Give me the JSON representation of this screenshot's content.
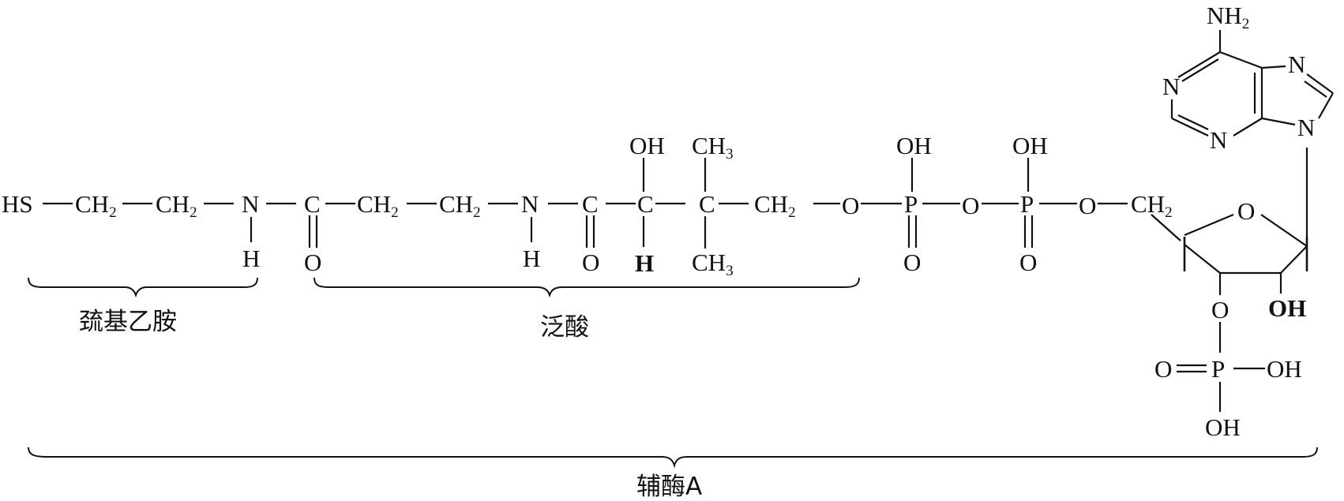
{
  "atoms": {
    "hs": "HS",
    "ch2_1": "CH",
    "ch2_1_sub": "2",
    "ch2_2": "CH",
    "ch2_2_sub": "2",
    "n1": "N",
    "n1_h": "H",
    "c1": "C",
    "c1_o": "O",
    "ch2_3": "CH",
    "ch2_3_sub": "2",
    "ch2_4": "CH",
    "ch2_4_sub": "2",
    "n2": "N",
    "n2_h": "H",
    "c2": "C",
    "c2_o": "O",
    "c3": "C",
    "c3_oh": "OH",
    "c3_h": "H",
    "c4": "C",
    "ch3_top": "CH",
    "ch3_top_sub": "3",
    "ch3_bot": "CH",
    "ch3_bot_sub": "3",
    "ch2_5": "CH",
    "ch2_5_sub": "2",
    "o1": "O",
    "p1": "P",
    "p1_oh": "OH",
    "p1_o": "O",
    "o2": "O",
    "p2": "P",
    "p2_oh": "OH",
    "p2_o": "O",
    "o3": "O",
    "ch2_6": "CH",
    "ch2_6_sub": "2",
    "ring_o": "O",
    "ribose_oh": "OH",
    "ribose_o": "O",
    "p3": "P",
    "p3_o": "O",
    "p3_oh_right": "OH",
    "p3_oh_bottom": "OH",
    "nh2": "NH",
    "nh2_sub": "2",
    "purine_n1": "N",
    "purine_n3": "N",
    "purine_n7": "N",
    "purine_n9": "N"
  },
  "labels": {
    "cysteamine": "巯基乙胺",
    "pantothenic_acid": "泛酸",
    "coenzyme_a": "辅酶A"
  }
}
